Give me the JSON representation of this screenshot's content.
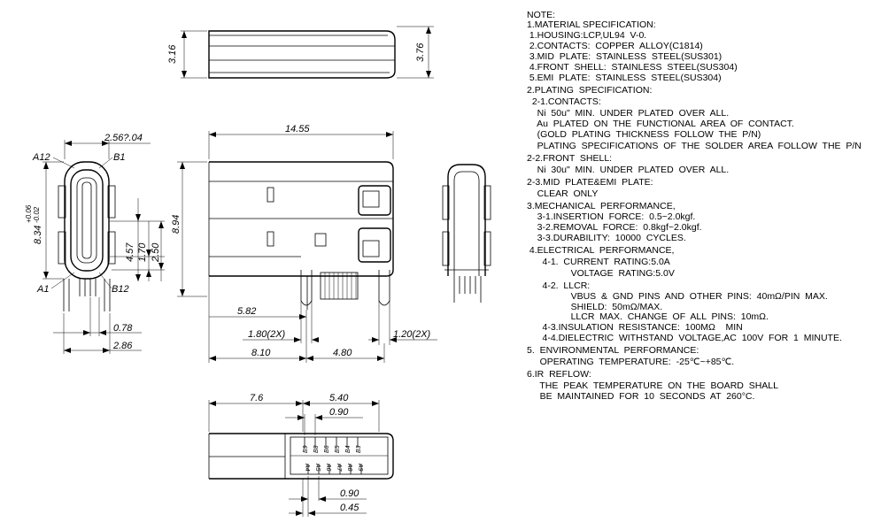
{
  "dimensions": {
    "top_left_height": "3.16",
    "top_right_height": "3.76",
    "total_length": "14.55",
    "total_height": "8.94",
    "side_width": "2.56?.04",
    "side_height": "8.34",
    "side_tol_plus": "+0.06",
    "side_tol_minus": "-0.02",
    "side_h1": "4.57",
    "side_h2": "1.70",
    "side_h3": "2.50",
    "side_b1": "0.78",
    "side_b2": "2.86",
    "front_5_82": "5.82",
    "front_pitch_left": "1.80(2X)",
    "front_pitch_right": "1.20(2X)",
    "front_8_10": "8.10",
    "front_4_80": "4.80",
    "bottom_7_6": "7.6",
    "bottom_5_40": "5.40",
    "bottom_0_90_top": "0.90",
    "bottom_0_90_bot": "0.90",
    "bottom_0_45": "0.45"
  },
  "pin_labels": {
    "a12": "A12",
    "b1": "B1",
    "a1": "A1",
    "b12": "B12"
  },
  "bottom_pins_top": [
    "B9",
    "B8",
    "B6",
    "B5",
    "B4",
    "B3"
  ],
  "bottom_pins_bottom": [
    "A4",
    "A5",
    "A6",
    "A7",
    "A8",
    "A9"
  ],
  "notes": [
    "NOTE:",
    "1.MATERIAL SPECIFICATION:",
    " 1.HOUSING:LCP,UL94  V-0.",
    " 2.CONTACTS:  COPPER  ALLOY(C1814)",
    " 3.MID  PLATE:  STAINLESS  STEEL(SUS301)",
    " 4.FRONT  SHELL:  STAINLESS  STEEL(SUS304)",
    " 5.EMI  PLATE:  STAINLESS  STEEL(SUS304)",
    "2.PLATING  SPECIFICATION:",
    "  2-1.CONTACTS:",
    "    Ni  50u\"  MIN.  UNDER  PLATED  OVER  ALL.",
    "    Au  PLATED  ON  THE  FUNCTIONAL  AREA  OF  CONTACT.",
    "    (GOLD  PLATING  THICKNESS  FOLLOW  THE  P/N)",
    "    PLATING  SPECIFICATIONS  OF  THE  SOLDER  AREA  FOLLOW  THE  P/N",
    "2-2.FRONT  SHELL:",
    "    Ni  30u\"  MIN.  UNDER  PLATED  OVER  ALL.",
    "2-3.MID  PLATE&EMI  PLATE:",
    "    CLEAR  ONLY",
    "3.MECHANICAL  PERFORMANCE,",
    "    3-1.INSERTION  FORCE:  0.5~2.0kgf.",
    "    3-2.REMOVAL  FORCE:  0.8kgf~2.0kgf.",
    "    3-3.DURABILITY:  10000  CYCLES.",
    " 4.ELECTRICAL  PERFORMANCE,",
    "      4-1.  CURRENT  RATING:5.0A",
    "                 VOLTAGE  RATING:5.0V",
    "      4-2.  LLCR:",
    "                 VBUS  &  GND  PINS  AND  OTHER  PINS:  40mΩ/PIN  MAX.",
    "                 SHIELD:  50mΩ/MAX.",
    "                 LLCR  MAX.  CHANGE  OF  ALL  PINS:  10mΩ.",
    "      4-3.INSULATION  RESISTANCE:  100MΩ    MIN",
    "      4-4.DIELECTRIC  WITHSTAND  VOLTAGE,AC  100V  FOR  1  MINUTE.",
    "5.  ENVIRONMENTAL  PERFORMANCE:",
    "     OPERATING  TEMPERATURE:  -25℃~+85℃.",
    "6.IR  REFLOW:",
    "     THE  PEAK  TEMPERATURE  ON  THE  BOARD  SHALL",
    "     BE  MAINTAINED  FOR  10  SECONDS  AT  260°C."
  ]
}
